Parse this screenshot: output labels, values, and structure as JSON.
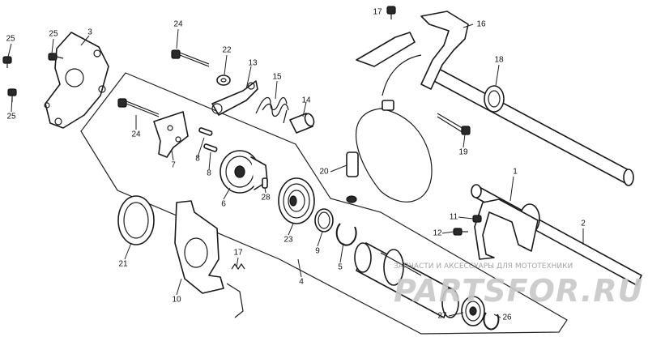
{
  "callouts": {
    "c1": "1",
    "c2": "2",
    "c3": "3",
    "c4": "4",
    "c5": "5",
    "c6": "6",
    "c7": "7",
    "c8a": "8",
    "c8b": "8",
    "c9": "9",
    "c10": "10",
    "c11": "11",
    "c12": "12",
    "c13": "13",
    "c14": "14",
    "c15": "15",
    "c16": "16",
    "c17": "17",
    "c18": "18",
    "c19": "19",
    "c20": "20",
    "c21": "21",
    "c22": "22",
    "c23": "23",
    "c24a": "24",
    "c24b": "24",
    "c25a": "25",
    "c25b": "25",
    "c25c": "25",
    "c26": "26",
    "c27": "27",
    "c28": "28"
  },
  "watermark": {
    "line": "ЗАПЧАСТИ И АКСЕССУАРЫ ДЛЯ МОТОТЕХНИКИ",
    "logo": "PARTSFOR.RU"
  }
}
